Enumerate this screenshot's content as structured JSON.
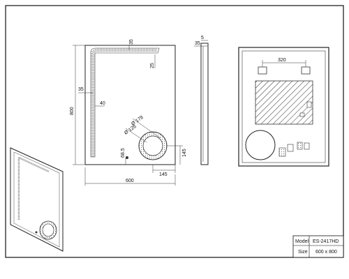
{
  "front_view": {
    "width": "600",
    "height": "800",
    "top_offset": "35",
    "top_strip": "25",
    "left_offset": "35",
    "left_strip": "40",
    "ring_outer": "Ø 178",
    "ring_inner": "Ø 126",
    "switch_height": "68.5",
    "ring_right_offset": "145",
    "ring_bottom_offset": "145"
  },
  "side_view": {
    "thickness": "5",
    "depth": "35"
  },
  "back_view": {
    "bracket_spacing": "320"
  },
  "title_block": {
    "model_label": "Model",
    "model_value": "ES-2417HD",
    "size_label": "Size",
    "size_value": "600 x 800"
  }
}
